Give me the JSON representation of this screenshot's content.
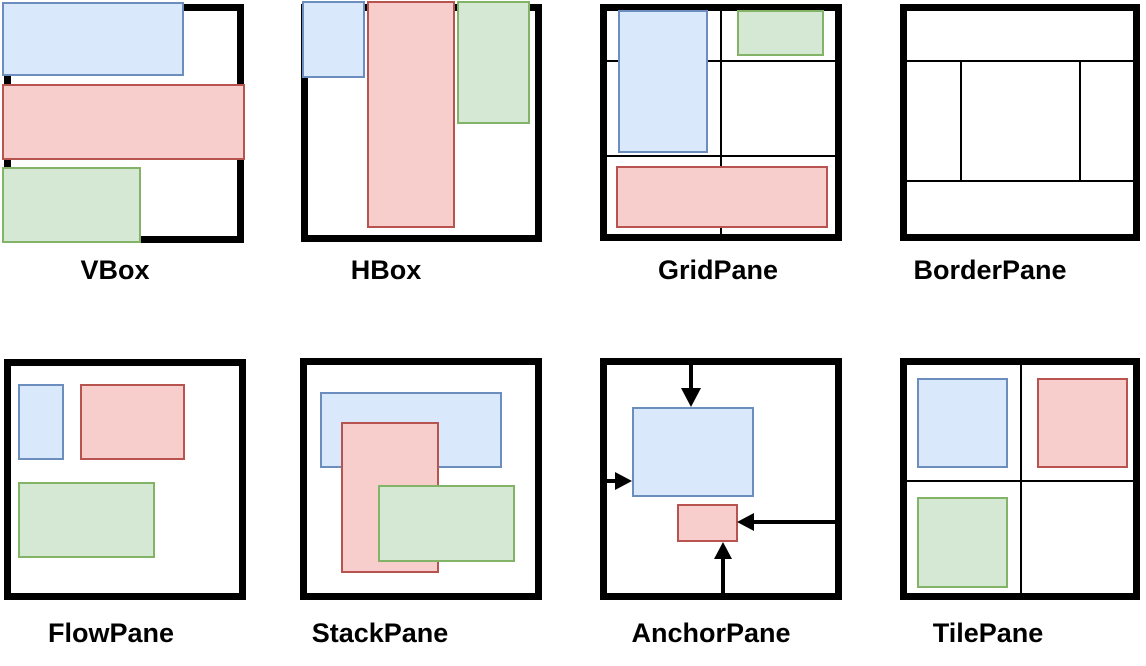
{
  "colors": {
    "blue_fill": "#dae8fc",
    "blue_stroke": "#6c8ebf",
    "red_fill": "#f8cecc",
    "red_stroke": "#b85450",
    "green_fill": "#d5e8d4",
    "green_stroke": "#82b366",
    "frame": "#000000"
  },
  "panes": [
    {
      "id": "vbox",
      "label": "VBox",
      "children": [
        "blue",
        "red",
        "green"
      ]
    },
    {
      "id": "hbox",
      "label": "HBox",
      "children": [
        "blue",
        "red",
        "green"
      ]
    },
    {
      "id": "gridpane",
      "label": "GridPane",
      "children": [
        "blue",
        "green",
        "red"
      ]
    },
    {
      "id": "borderpane",
      "label": "BorderPane",
      "children": []
    },
    {
      "id": "flowpane",
      "label": "FlowPane",
      "children": [
        "blue",
        "red",
        "green"
      ]
    },
    {
      "id": "stackpane",
      "label": "StackPane",
      "children": [
        "blue",
        "red",
        "green"
      ]
    },
    {
      "id": "anchorpane",
      "label": "AnchorPane",
      "children": [
        "blue",
        "red"
      ],
      "arrows": [
        "from-top-down",
        "from-left-right",
        "from-right-left",
        "from-bottom-up"
      ]
    },
    {
      "id": "tilepane",
      "label": "TilePane",
      "children": [
        "blue",
        "red",
        "green"
      ]
    }
  ]
}
